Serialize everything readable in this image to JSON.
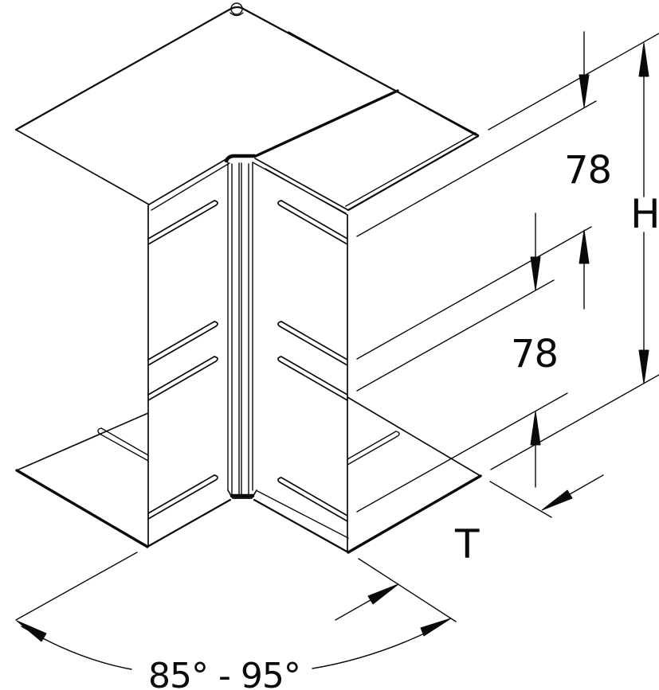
{
  "page": {
    "background_color": "#ffffff",
    "line_color": "#0a0a0a"
  },
  "drawing": {
    "subject": "internal corner piece for cable trunking, isometric technical line drawing",
    "features": {
      "lid": "L-shaped two-part cover with diagonal seam and fixing screw",
      "walls": "two slotted side walls meeting at adjustable vertical corner bead",
      "base": "protruding base tongues at both duct ends"
    },
    "labels": {
      "dim_78_upper": "78",
      "dim_78_lower": "78",
      "dim_total_height": "H",
      "dim_depth": "T",
      "dim_angle_range": "85° - 95°"
    }
  }
}
